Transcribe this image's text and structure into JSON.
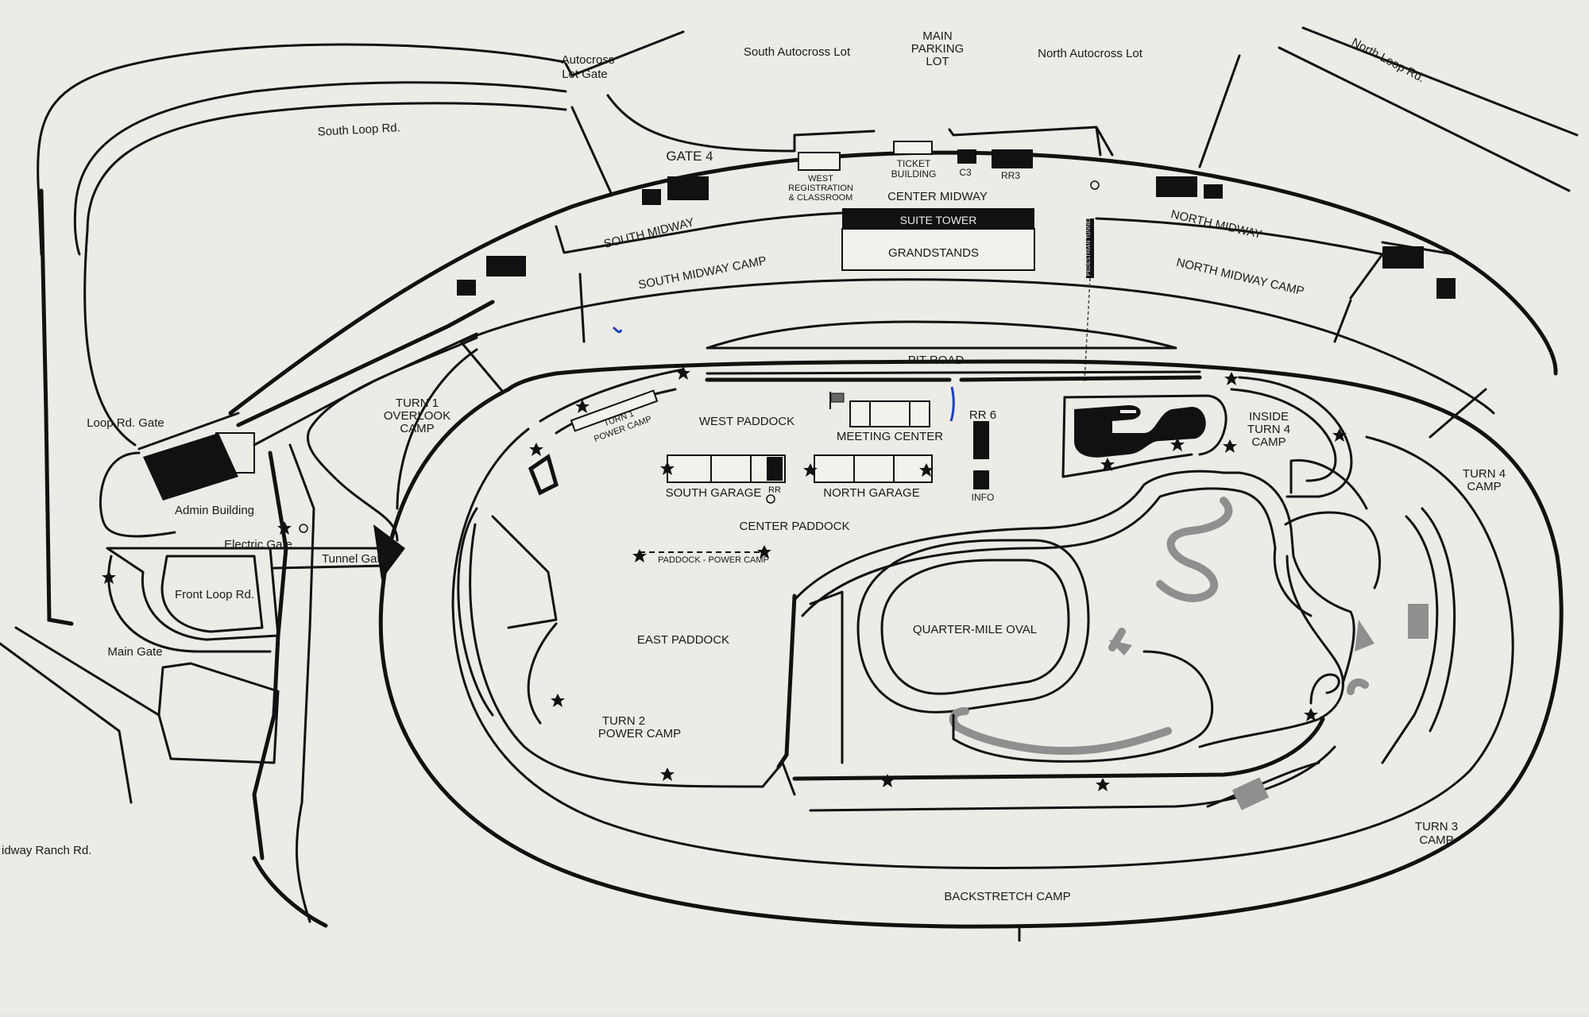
{
  "map": {
    "labels": {
      "south_autocross_lot": "South Autocross Lot",
      "main_parking_lot": [
        "MAIN",
        "PARKING",
        "LOT"
      ],
      "north_autocross_lot": "North Autocross Lot",
      "autocross_lot_gate": [
        "Autocross",
        "Lot Gate"
      ],
      "north_loop_rd": "North Loop Rd.",
      "south_loop_rd": "South Loop Rd.",
      "gate_4": "GATE 4",
      "west_registration": [
        "WEST",
        "REGISTRATION",
        "& CLASSROOM"
      ],
      "ticket_building": [
        "TICKET",
        "BUILDING"
      ],
      "c3": "C3",
      "rr3": "RR3",
      "center_midway": "CENTER MIDWAY",
      "south_midway": "SOUTH MIDWAY",
      "north_midway": "NORTH MIDWAY",
      "suite_tower": "SUITE TOWER",
      "grandstands": "GRANDSTANDS",
      "south_midway_camp": "SOUTH MIDWAY CAMP",
      "north_midway_camp": "NORTH MIDWAY CAMP",
      "pit_road": "PIT ROAD",
      "turn1_overlook_camp": [
        "TURN 1",
        "OVERLOOK",
        "CAMP"
      ],
      "turn1_power_camp": [
        "TURN 1",
        "POWER CAMP"
      ],
      "west_paddock": "WEST PADDOCK",
      "meeting_center": "MEETING CENTER",
      "rr6": "RR 6",
      "info": "INFO",
      "inside_turn4_camp": [
        "INSIDE",
        "TURN 4",
        "CAMP"
      ],
      "turn4_camp": [
        "TURN 4",
        "CAMP"
      ],
      "loop_rd_gate": "Loop Rd. Gate",
      "admin_building": "Admin Building",
      "electric_gate": "Electric Gate",
      "tunnel_gate": "Tunnel Gate",
      "front_loop_rd": "Front Loop Rd.",
      "main_gate": "Main Gate",
      "south_garage": "SOUTH GARAGE",
      "rr": "RR",
      "north_garage": "NORTH GARAGE",
      "center_paddock": "CENTER PADDOCK",
      "paddock_power_camp": "PADDOCK - POWER CAMP",
      "east_paddock": "EAST PADDOCK",
      "quarter_mile_oval": "QUARTER-MILE OVAL",
      "turn2_power_camp": [
        "TURN 2",
        "POWER CAMP"
      ],
      "turn3_camp": [
        "TURN 3",
        "CAMP"
      ],
      "backstretch_camp": "BACKSTRETCH CAMP",
      "midway_ranch_rd": "idway Ranch Rd.",
      "pedestrian_tunnel": "PEDESTRIAN TUNNEL"
    },
    "colors": {
      "paper": "#e9e7e2",
      "ink": "#111111",
      "grey_track": "#8f8f8f",
      "annotation_blue": "#1f3fb8"
    },
    "icons": [
      "light-tower-icon",
      "restroom-icon",
      "flag-icon"
    ]
  }
}
